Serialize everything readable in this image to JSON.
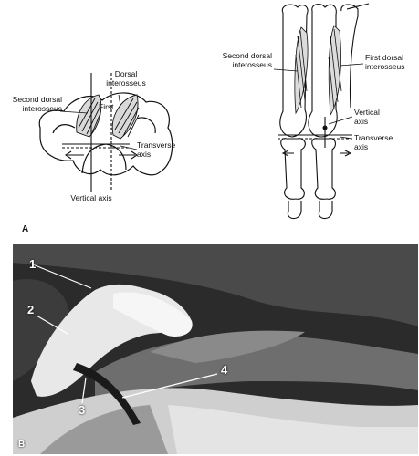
{
  "panel_a": {
    "letter": "A",
    "left_drawing": {
      "second_dorsal_interosseus": "Second dorsal interosseus",
      "dorsal_interosseus": "Dorsal interosseus",
      "first": "First",
      "transverse_axis": "Transverse axis",
      "vertical_axis": "Vertical axis"
    },
    "right_drawing": {
      "second_dorsal_interosseus": "Second dorsal interosseus",
      "first_dorsal_interosseus": "First dorsal interosseus",
      "vertical_axis": "Vertical axis",
      "transverse_axis": "Transverse axis"
    }
  },
  "panel_b": {
    "letter": "B",
    "numbers": [
      "1",
      "2",
      "3",
      "4"
    ]
  }
}
